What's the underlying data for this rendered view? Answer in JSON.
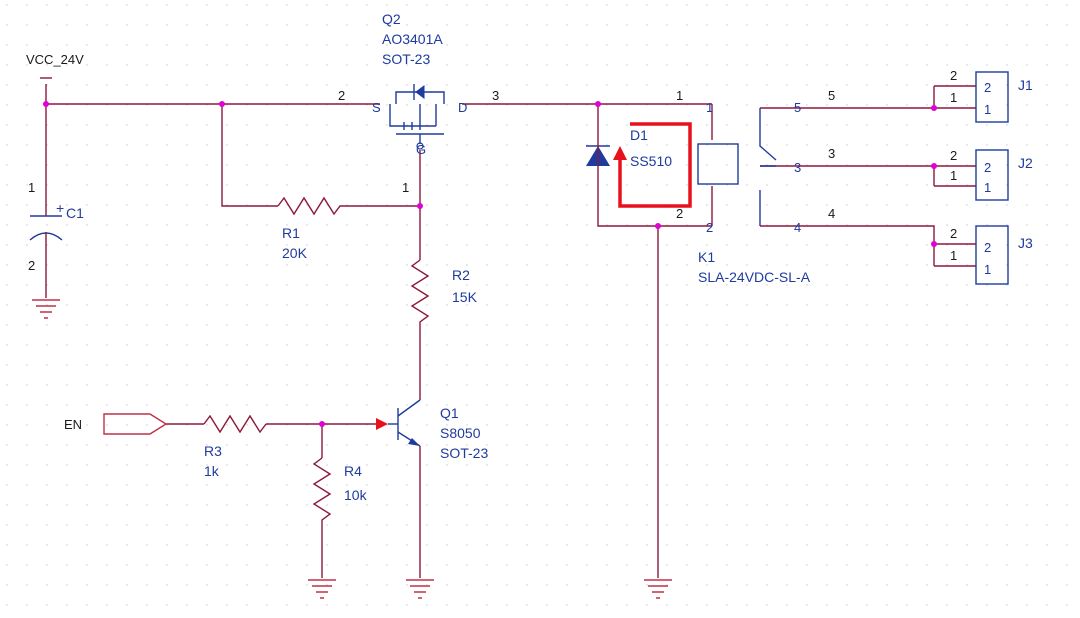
{
  "nets": {
    "vcc": "VCC_24V",
    "en": "EN"
  },
  "q2": {
    "ref": "Q2",
    "value": "AO3401A",
    "package": "SOT-23",
    "pin_s": "S",
    "pin_d": "D",
    "pin_g": "G",
    "pin2": "2",
    "pin3": "3",
    "pin1": "1"
  },
  "c1": {
    "ref": "C1",
    "pin1": "1",
    "pin2": "2",
    "plus": "+"
  },
  "r1": {
    "ref": "R1",
    "value": "20K"
  },
  "r2": {
    "ref": "R2",
    "value": "15K"
  },
  "r3": {
    "ref": "R3",
    "value": "1k"
  },
  "r4": {
    "ref": "R4",
    "value": "10k"
  },
  "q1": {
    "ref": "Q1",
    "value": "S8050",
    "package": "SOT-23"
  },
  "d1": {
    "ref": "D1",
    "value": "SS510",
    "pin1": "1",
    "pin2": "2"
  },
  "k1": {
    "ref": "K1",
    "value": "SLA-24VDC-SL-A",
    "pin1": "1",
    "pin2": "2",
    "pin3": "3",
    "pin4": "4",
    "pin5": "5",
    "pin3_out": "3",
    "pin4_out": "4",
    "pin5_out": "5"
  },
  "j1": {
    "ref": "J1",
    "pin1": "1",
    "pin2": "2",
    "box1": "1",
    "box2": "2"
  },
  "j2": {
    "ref": "J2",
    "pin1": "1",
    "pin2": "2",
    "box1": "1",
    "box2": "2"
  },
  "j3": {
    "ref": "J3",
    "pin1": "1",
    "pin2": "2",
    "box1": "1",
    "box2": "2"
  },
  "colors": {
    "wire": "#8b1a3a",
    "symbol_blue": "#1f3b9e",
    "junction": "#e000d8",
    "highlight": "#e8101c",
    "text_blue": "#1f3b9e"
  }
}
